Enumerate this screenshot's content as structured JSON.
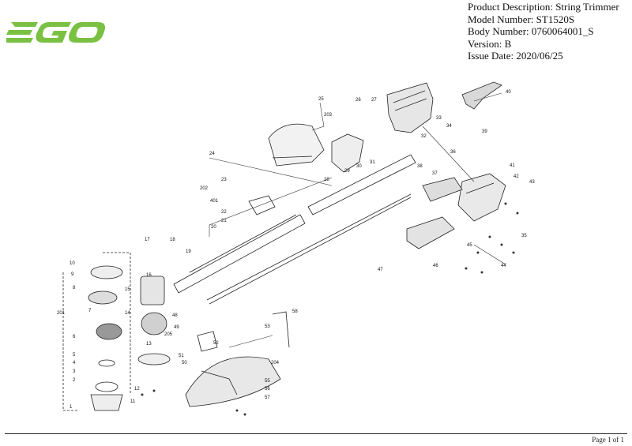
{
  "brand": {
    "logo_text": "EGO",
    "logo_color": "#7ac143"
  },
  "product_info": {
    "description": "Product Description: String Trimmer",
    "model": "Model Number: ST1520S",
    "body": "Body Number: 0760064001_S",
    "version": "Version: B",
    "issue_date": "Issue Date: 2020/06/25"
  },
  "footer": {
    "page": "Page 1 of 1"
  },
  "callouts": [
    "1",
    "2",
    "3",
    "4",
    "5",
    "6",
    "7",
    "8",
    "9",
    "10",
    "11",
    "12",
    "13",
    "14",
    "15",
    "16",
    "17",
    "18",
    "19",
    "20",
    "21",
    "22",
    "23",
    "24",
    "25",
    "26",
    "27",
    "28",
    "29",
    "30",
    "31",
    "32",
    "33",
    "34",
    "35",
    "36",
    "37",
    "38",
    "39",
    "40",
    "41",
    "42",
    "43",
    "44",
    "45",
    "46",
    "47",
    "48",
    "49",
    "50",
    "51",
    "52",
    "53",
    "55",
    "56",
    "57",
    "58",
    "201",
    "202",
    "203",
    "204",
    "205",
    "401"
  ]
}
